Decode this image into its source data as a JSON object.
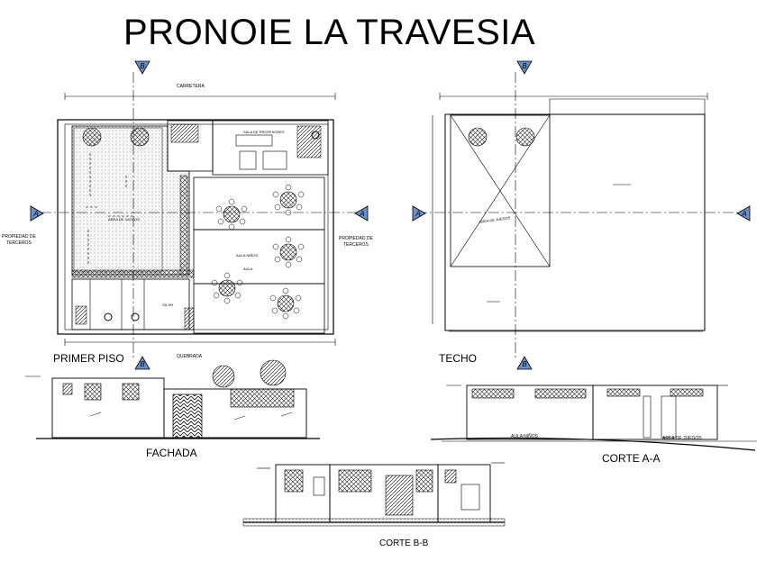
{
  "title": "PRONOIE  LA TRAVESIA",
  "labels": {
    "carretera": "CARRETERA",
    "quebrada": "QUEBRADA",
    "prop_left": "PROPIEDAD DE\nTERCEROS",
    "prop_right": "PROPIEDAD DE\nTERCEROS",
    "primer_piso": "PRIMER PISO",
    "techo": "TECHO",
    "fachada": "FACHADA",
    "corte_aa": "CORTE A-A",
    "corte_bb": "CORTE B-B",
    "area_juegos": "AREA DE JUEGOS",
    "aula_ninos": "AULA NIÑOS",
    "area_juegos_2": "AREA DE JUEGOS"
  },
  "section_marks": {
    "a": "A",
    "b": "B"
  },
  "colors": {
    "line": "#000000",
    "hatch": "#555555"
  }
}
